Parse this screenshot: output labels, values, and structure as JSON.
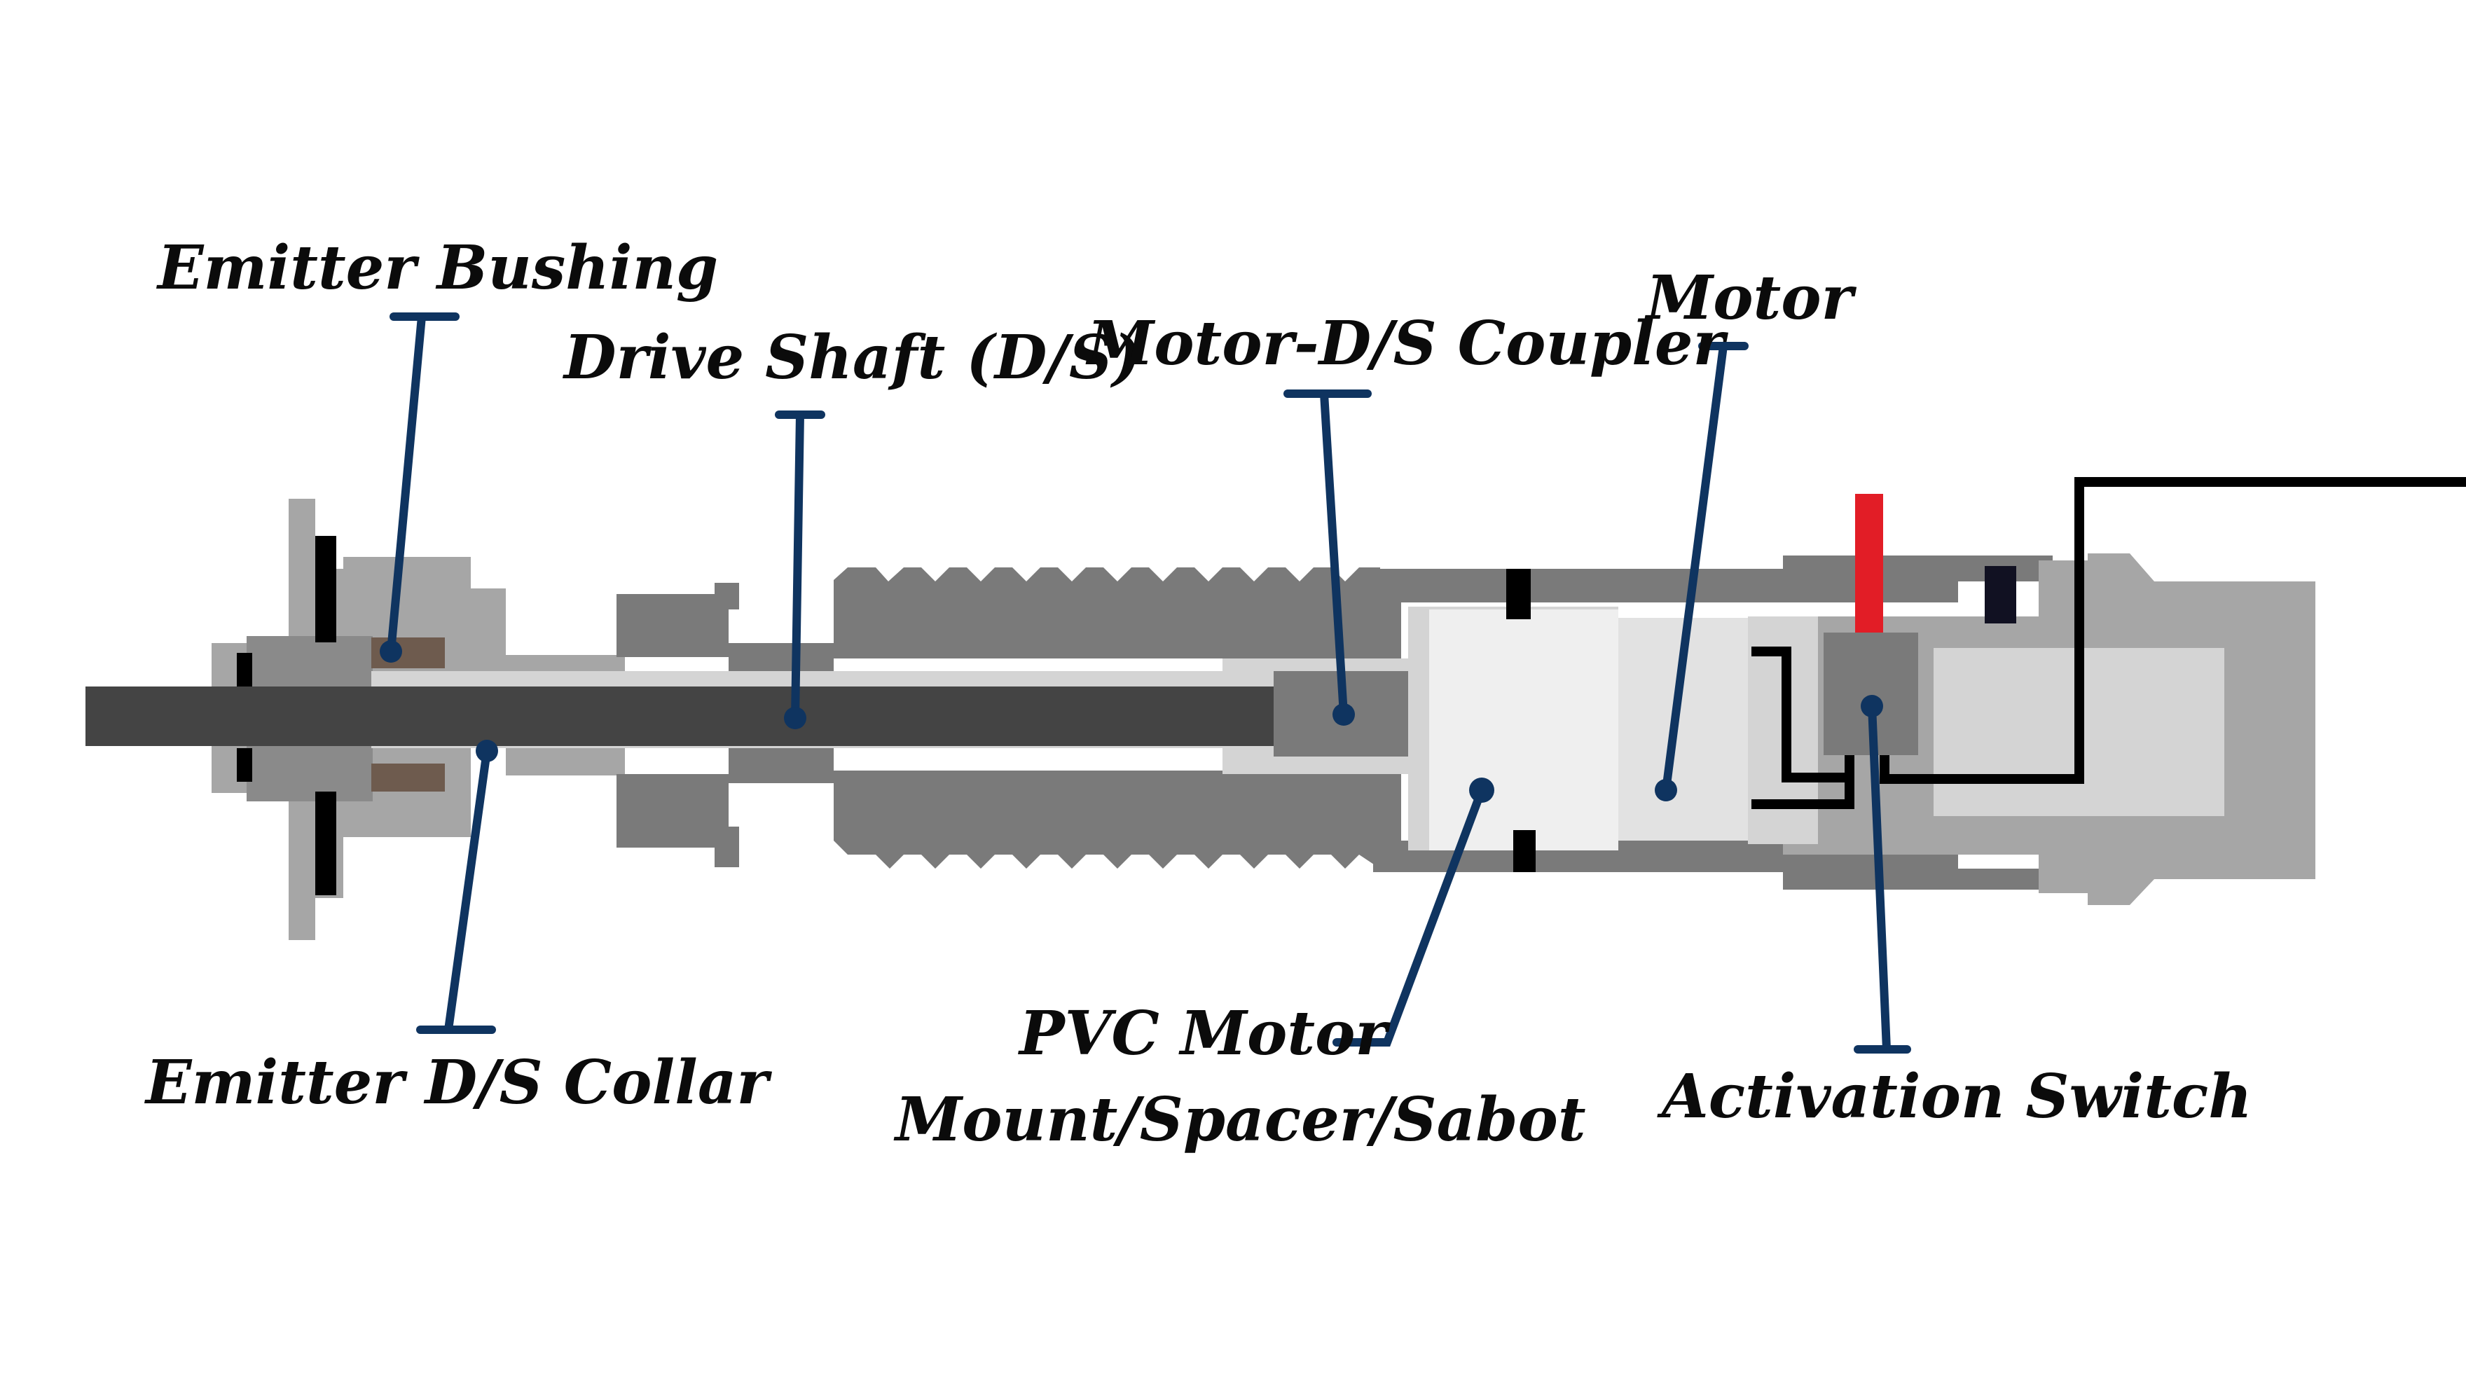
{
  "labels": {
    "emitter_bushing": "Emitter Bushing",
    "drive_shaft": "Drive Shaft (D/S)",
    "motor_ds_coupler": "Motor-D/S Coupler",
    "motor": "Motor",
    "emitter_ds_collar": "Emitter D/S Collar",
    "pvc_mount_line1": "PVC Motor",
    "pvc_mount_line2": "Mount/Spacer/Sabot",
    "activation_switch": "Activation Switch"
  },
  "colors": {
    "leader": "#0f3460",
    "dark_gray": "#444444",
    "mid_gray": "#7a7a7a",
    "light_gray": "#a6a6a6",
    "pale_gray": "#d4d4d4",
    "white_part": "#efefef",
    "bushing_brown": "#6e5b4e",
    "switch_red": "#e21d26",
    "wire_black": "#000000"
  }
}
